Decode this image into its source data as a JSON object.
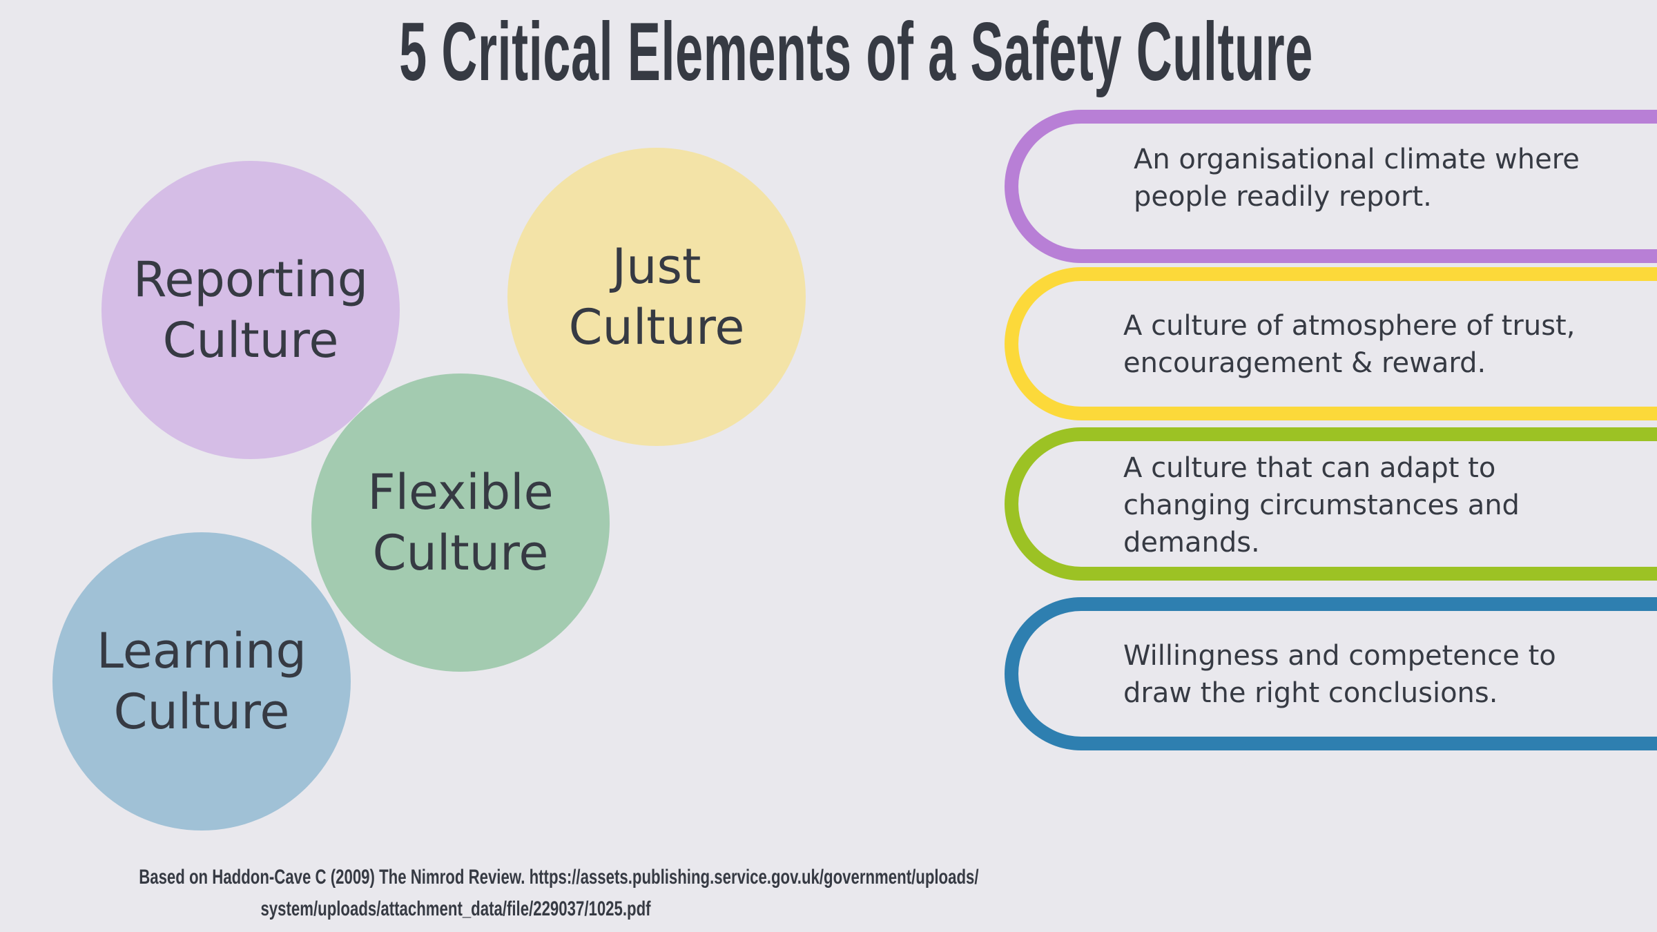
{
  "title": "5 Critical Elements of a Safety Culture",
  "elements": [
    {
      "line1": "Reporting",
      "line2": "Culture",
      "color": "#d5bde6"
    },
    {
      "line1": "Just",
      "line2": "Culture",
      "color": "#f3e3a7"
    },
    {
      "line1": "Flexible",
      "line2": "Culture",
      "color": "#a3cbb0"
    },
    {
      "line1": "Learning",
      "line2": "Culture",
      "color": "#a0c1d6"
    }
  ],
  "descriptions": [
    {
      "lines": [
        "An organisational climate where",
        "people readily report."
      ],
      "color": "#b87fd6"
    },
    {
      "lines": [
        "A culture of  atmosphere of trust,",
        "encouragement & reward."
      ],
      "color": "#fcd93a"
    },
    {
      "lines": [
        "A culture that can adapt to",
        "changing circumstances and",
        "demands."
      ],
      "color": "#9cc224"
    },
    {
      "lines": [
        "Willingness and competence to",
        "draw the right conclusions."
      ],
      "color": "#2e7fb0"
    }
  ],
  "citation": {
    "line1": "Based on Haddon-Cave C (2009) The Nimrod Review.  https://assets.publishing.service.gov.uk/government/uploads/",
    "line2": "system/uploads/attachment_data/file/229037/1025.pdf"
  }
}
